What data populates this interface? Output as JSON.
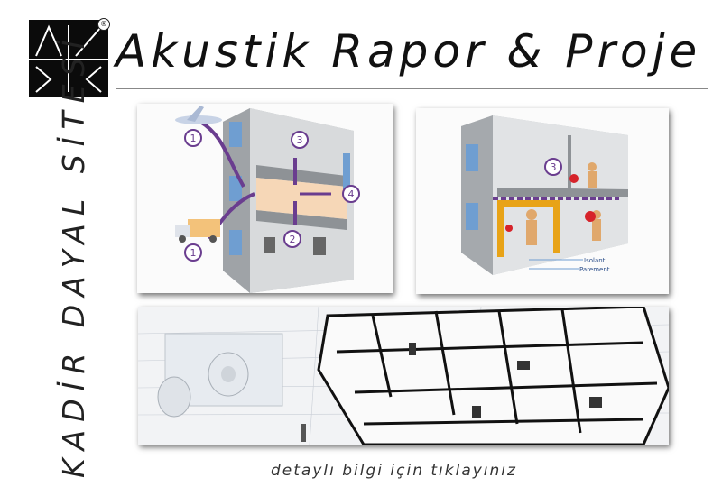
{
  "header": {
    "title": "Akustik Rapor & Proje",
    "logo_mark": "®",
    "site_name": "KADİR DAYAL SİTESİ"
  },
  "panels": {
    "acoustic_diagram": {
      "markers": [
        "1",
        "3",
        "4",
        "2",
        "1"
      ]
    },
    "insulation_diagram": {
      "marker": "3",
      "labels": {
        "isolant": "Isolant",
        "parement": "Parement"
      }
    },
    "floorplan_image": {}
  },
  "footer": {
    "cta": "detaylı bilgi için tıklayınız"
  },
  "colors": {
    "accent": "#6a3d8f",
    "insulation": "#e8a317",
    "background": "#ffffff"
  }
}
